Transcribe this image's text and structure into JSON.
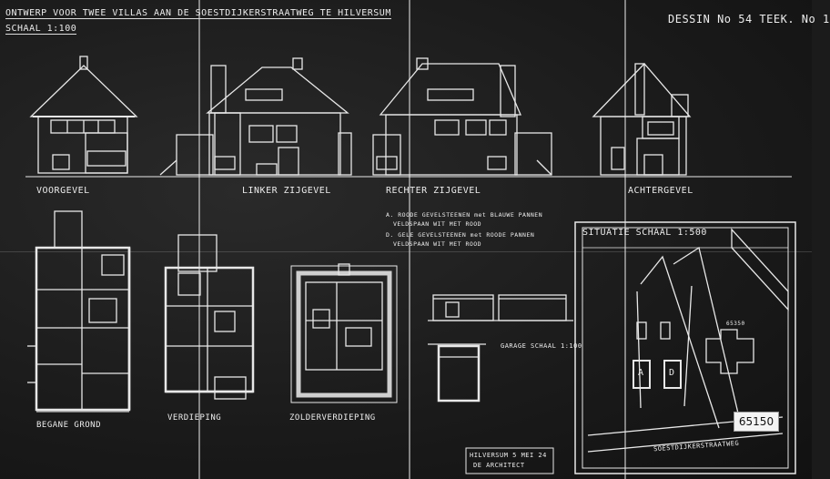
{
  "sheet": {
    "title_line1": "ONTWERP VOOR TWEE VILLAS AAN DE SOESTDIJKERSTRAATWEG TE HILVERSUM",
    "title_line2": "SCHAAL 1:100",
    "sheet_number": "DESSIN No 54  TEEK. No 1",
    "archive_tag": "65150"
  },
  "elevations": [
    {
      "label": "VOORGEVEL"
    },
    {
      "label": "LINKER ZIJGEVEL"
    },
    {
      "label": "RECHTER ZIJGEVEL"
    },
    {
      "label": "ACHTERGEVEL"
    }
  ],
  "notes": {
    "line_a1": "A. ROODE GEVELSTEENEN met BLAUWE PANNEN",
    "line_a2": "VELDSPAAN WIT MET ROOD",
    "line_d1": "D. GELE GEVELSTEENEN met ROODE PANNEN",
    "line_d2": "VELDSPAAN WIT MET ROOD"
  },
  "plans": [
    {
      "label": "BEGANE GROND"
    },
    {
      "label": "VERDIEPING"
    },
    {
      "label": "ZOLDERVERDIEPING"
    }
  ],
  "garage": {
    "label": "GARAGE SCHAAL 1:100"
  },
  "site_plan": {
    "title": "SITUATIE SCHAAL 1:500",
    "plot_a": "A",
    "plot_d": "D",
    "road": "SOESTDIJKERSTRAATWEG",
    "number": "65350"
  },
  "stamp": {
    "line1": "HILVERSUM 5 MEI 24",
    "line2": "DE ARCHITECT"
  }
}
